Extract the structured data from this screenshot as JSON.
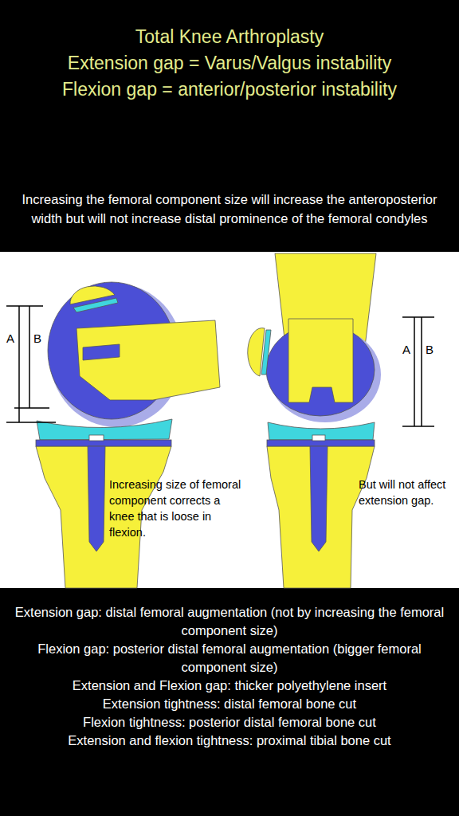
{
  "diagram": {
    "title": "Total Knee Arthroplasty",
    "labels": [
      "Extension gap = Varus/Valgus instability",
      "Flexion gap = anterior/posterior instability",
      "Increasing the femoral component size will increase the anteroposterior width but will not increase distal prominence of the femoral condyles",
      "A",
      "B",
      "Increasing size of femoral component corrects a knee that is loose in flexion.",
      "A",
      "B",
      "But will not affect extension gap.",
      "Extension gap: distal femoral augmentation (not by increasing the femoral component size)",
      "Flexion gap: posterior distal femoral augmentation (bigger femoral component size)",
      "Extension and Flexion gap: thicker polyethylene insert",
      "Extension tightness: distal femoral bone cut",
      "Flexion tightness: posterior distal femoral bone cut",
      "Extension and flexion tightness: proximal tibial bone cut"
    ]
  }
}
